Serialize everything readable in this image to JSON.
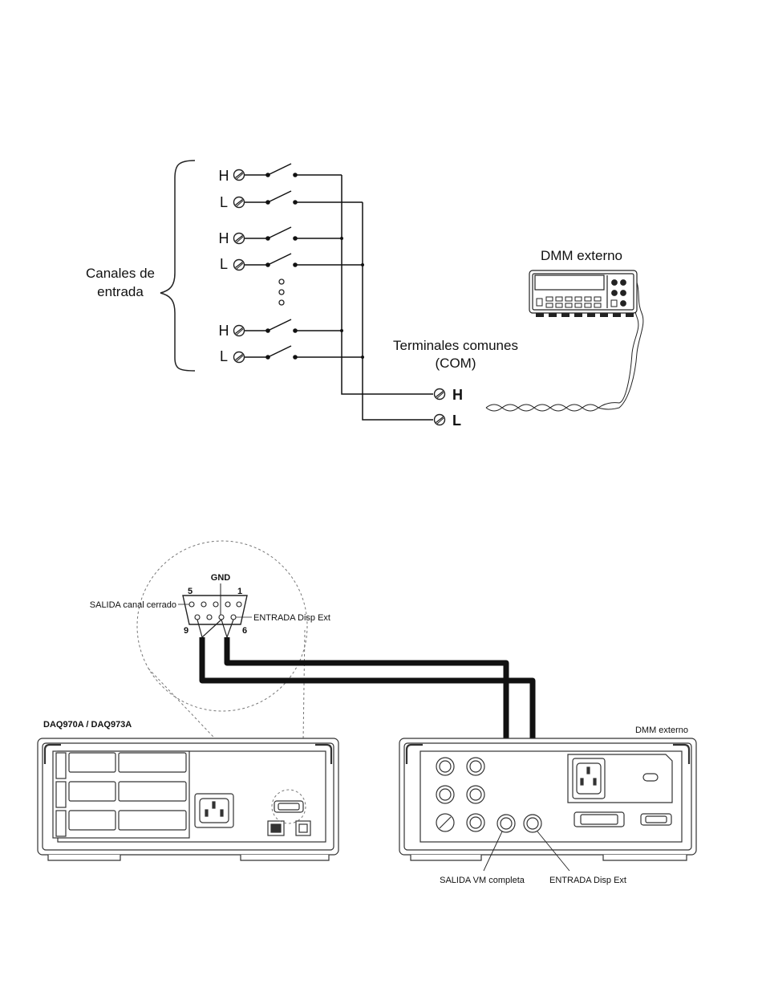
{
  "top_diagram": {
    "group_label_line1": "Canales de",
    "group_label_line2": "entrada",
    "channel_rows": [
      "H",
      "L",
      "H",
      "L",
      "H",
      "L"
    ],
    "dmm_title": "DMM externo",
    "com_label_line1": "Terminales comunes",
    "com_label_line2": "(COM)",
    "com_h": "H",
    "com_l": "L"
  },
  "bottom_diagram": {
    "connector_gnd": "GND",
    "pin_5": "5",
    "pin_1": "1",
    "pin_9": "9",
    "pin_6": "6",
    "salida_canal_cerrado": "SALIDA canal cerrado",
    "entrada_disp_ext_connector": "ENTRADA Disp Ext",
    "left_instrument": "DAQ970A / DAQ973A",
    "right_instrument": "DMM externo",
    "salida_vm_completa": "SALIDA VM completa",
    "entrada_disp_ext_bnc": "ENTRADA Disp Ext"
  }
}
